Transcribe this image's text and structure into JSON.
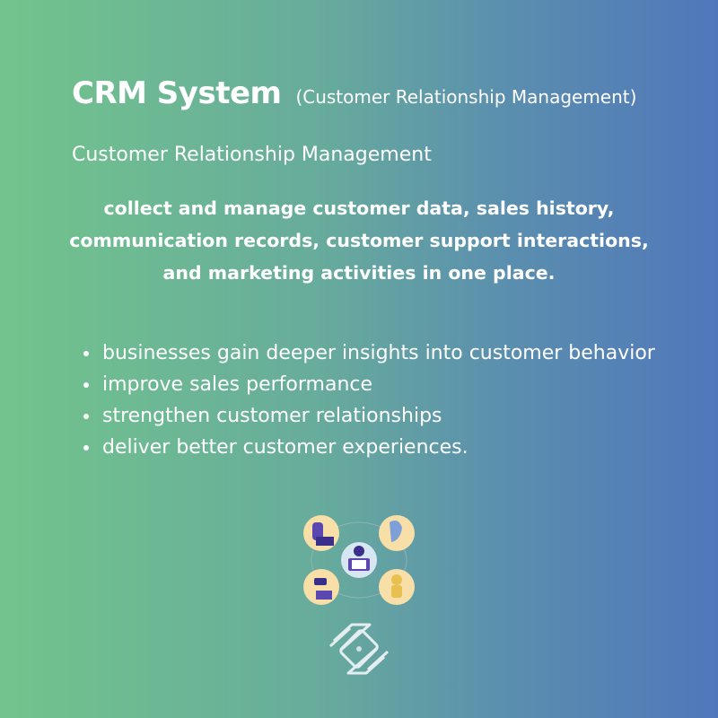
{
  "header": {
    "title": "CRM System",
    "title_paren": "(Customer Relationship Management)"
  },
  "subheading": "Customer Relationship Management",
  "lead_text": "collect and manage customer data, sales history, communication records, customer support interactions, and marketing activities in one place.",
  "bullets": [
    "businesses gain deeper insights into customer behavior",
    "improve sales performance",
    "strengthen customer relationships",
    "deliver better customer experiences."
  ],
  "colors": {
    "gradient_left": "#72c48c",
    "gradient_right": "#5077bb",
    "text": "#ffffff"
  },
  "icons": {
    "illustration": "team-crm-illustration",
    "logo": "brand-logo-icon"
  }
}
